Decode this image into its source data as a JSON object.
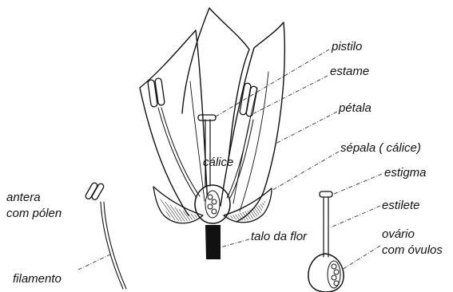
{
  "labels": {
    "pistilo": "pistilo",
    "estame": "estame",
    "petala": "pétala",
    "sepala": "sépala ( cálice)",
    "calice": "cálice",
    "estigma": "estigma",
    "estilete": "estilete",
    "ovario_line1": "ovário",
    "ovario_line2": "com óvulos",
    "antera_line1": "antera",
    "antera_line2": "com pólen",
    "filamento": "filamento",
    "talo": "talo da flor"
  }
}
